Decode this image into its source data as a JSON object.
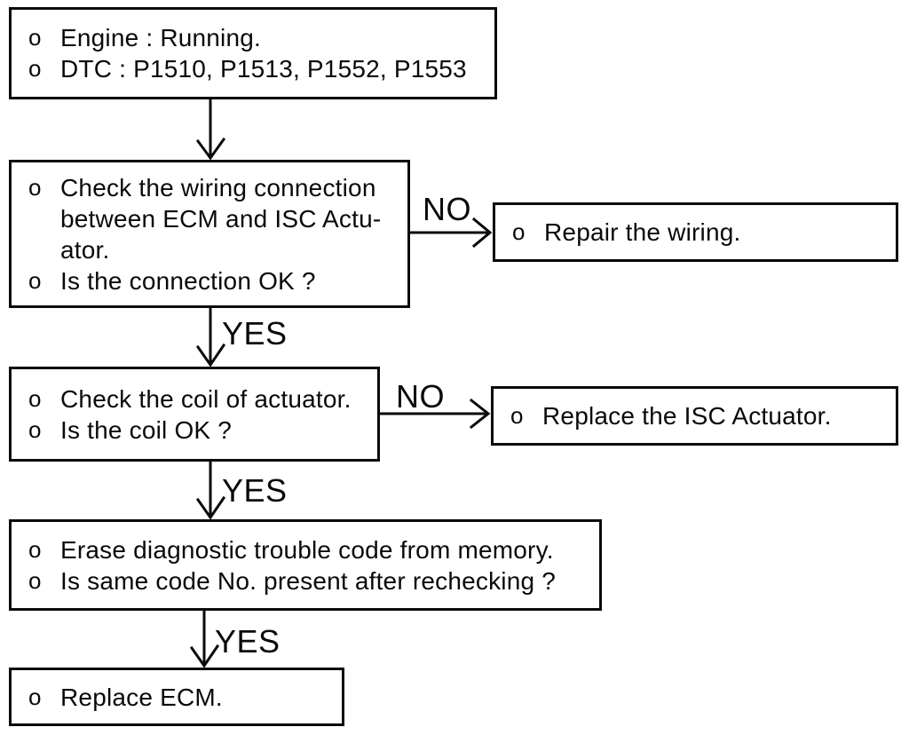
{
  "flowchart": {
    "start": {
      "items": [
        {
          "bullet": "o",
          "text": "Engine : Running."
        },
        {
          "bullet": "o",
          "text": "DTC : P1510, P1513, P1552, P1553"
        }
      ]
    },
    "decision1": {
      "items": [
        {
          "bullet": "o",
          "text": "Check the wiring connection\nbetween ECM and ISC Actu-\nator."
        },
        {
          "bullet": "o",
          "text": "Is the connection OK ?"
        }
      ]
    },
    "action_no1": {
      "items": [
        {
          "bullet": "o",
          "text": "Repair the wiring."
        }
      ]
    },
    "decision2": {
      "items": [
        {
          "bullet": "o",
          "text": "Check the coil of actuator."
        },
        {
          "bullet": "o",
          "text": "Is the coil OK ?"
        }
      ]
    },
    "action_no2": {
      "items": [
        {
          "bullet": "o",
          "text": "Replace the ISC Actuator."
        }
      ]
    },
    "decision3": {
      "items": [
        {
          "bullet": "o",
          "text": "Erase diagnostic trouble code from memory."
        },
        {
          "bullet": "o",
          "text": "Is same code No. present after rechecking ?"
        }
      ]
    },
    "end": {
      "items": [
        {
          "bullet": "o",
          "text": "Replace ECM."
        }
      ]
    },
    "labels": {
      "yes1": "YES",
      "no1": "NO",
      "yes2": "YES",
      "no2": "NO",
      "yes3": "YES"
    }
  },
  "colors": {
    "background": "#ffffff",
    "line": "#0a0a0a",
    "text": "#0a0a0a"
  }
}
